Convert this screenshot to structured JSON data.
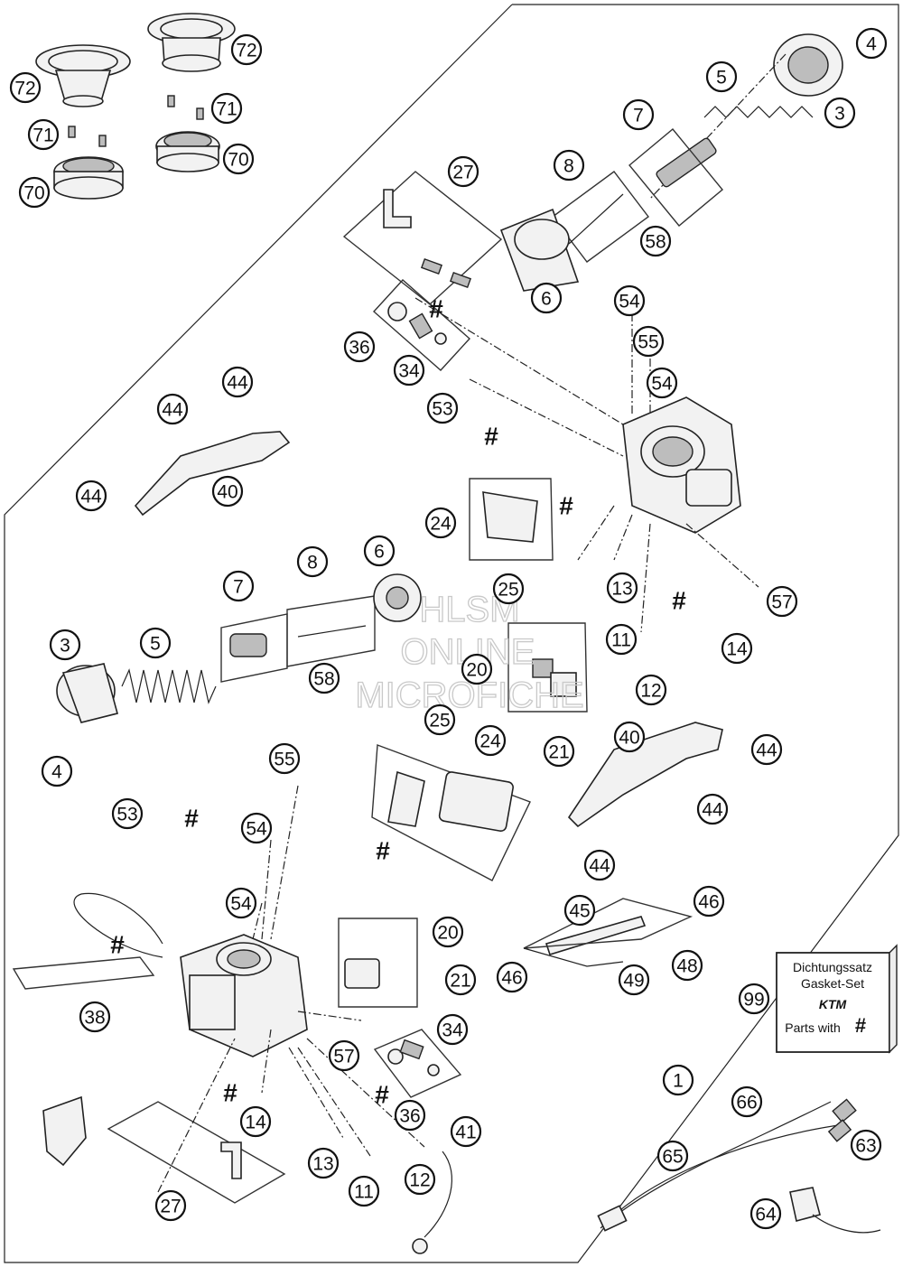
{
  "callouts": [
    {
      "label": "72"
    },
    {
      "label": "72"
    },
    {
      "label": "71"
    },
    {
      "label": "71"
    },
    {
      "label": "70"
    },
    {
      "label": "70"
    },
    {
      "label": "4"
    },
    {
      "label": "3"
    },
    {
      "label": "5"
    },
    {
      "label": "7"
    },
    {
      "label": "8"
    },
    {
      "label": "58"
    },
    {
      "label": "27"
    },
    {
      "label": "6"
    },
    {
      "label": "36"
    },
    {
      "label": "34"
    },
    {
      "label": "54"
    },
    {
      "label": "55"
    },
    {
      "label": "54"
    },
    {
      "label": "53"
    },
    {
      "label": "44"
    },
    {
      "label": "44"
    },
    {
      "label": "44"
    },
    {
      "label": "40"
    },
    {
      "label": "24"
    },
    {
      "label": "25"
    },
    {
      "label": "13"
    },
    {
      "label": "57"
    },
    {
      "label": "11"
    },
    {
      "label": "14"
    },
    {
      "label": "12"
    },
    {
      "label": "20"
    },
    {
      "label": "21"
    },
    {
      "label": "3"
    },
    {
      "label": "5"
    },
    {
      "label": "7"
    },
    {
      "label": "8"
    },
    {
      "label": "6"
    },
    {
      "label": "58"
    },
    {
      "label": "4"
    },
    {
      "label": "25"
    },
    {
      "label": "24"
    },
    {
      "label": "55"
    },
    {
      "label": "53"
    },
    {
      "label": "54"
    },
    {
      "label": "54"
    },
    {
      "label": "40"
    },
    {
      "label": "44"
    },
    {
      "label": "44"
    },
    {
      "label": "44"
    },
    {
      "label": "45"
    },
    {
      "label": "46"
    },
    {
      "label": "46"
    },
    {
      "label": "48"
    },
    {
      "label": "49"
    },
    {
      "label": "20"
    },
    {
      "label": "21"
    },
    {
      "label": "38"
    },
    {
      "label": "34"
    },
    {
      "label": "57"
    },
    {
      "label": "36"
    },
    {
      "label": "14"
    },
    {
      "label": "41"
    },
    {
      "label": "13"
    },
    {
      "label": "11"
    },
    {
      "label": "12"
    },
    {
      "label": "27"
    },
    {
      "label": "1"
    },
    {
      "label": "66"
    },
    {
      "label": "63"
    },
    {
      "label": "65"
    },
    {
      "label": "64"
    },
    {
      "label": "99"
    }
  ],
  "hash_symbol": "#",
  "watermark": {
    "line1": "HLSM",
    "line2": "ONLINE",
    "line3": "MICROFICHE"
  },
  "gasket_set": {
    "line1": "Dichtungssatz",
    "line2": "Gasket-Set",
    "brand": "KTM",
    "line3": "Parts with",
    "hash": "#"
  }
}
